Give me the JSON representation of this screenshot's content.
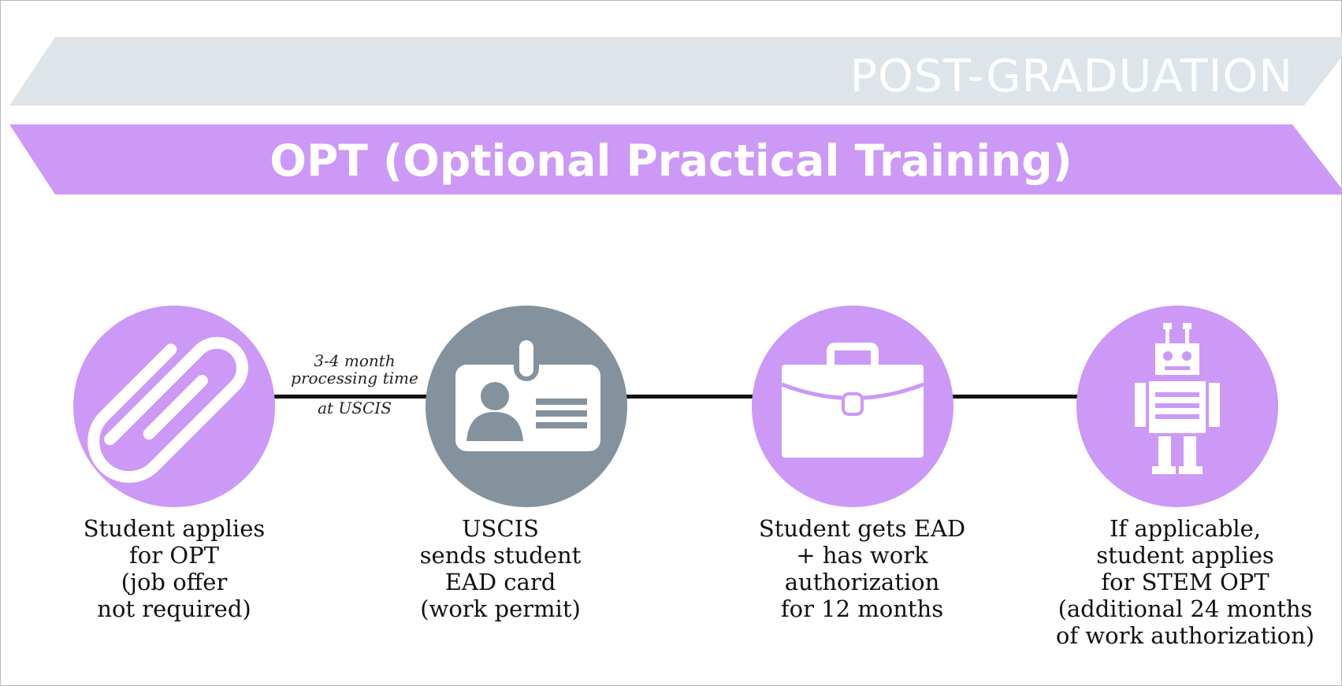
{
  "banner": {
    "phase_label": "POST-GRADUATION",
    "title": "OPT (Optional Practical Training)"
  },
  "colors": {
    "purple": "#cc99f7",
    "gray": "#84929e",
    "light_banner": "#dde4ea",
    "line": "#111111"
  },
  "processing_note": {
    "line1": "3-4 month",
    "line2": "processing time",
    "line3": "at USCIS"
  },
  "steps": [
    {
      "icon": "paperclip-icon",
      "color": "purple",
      "lines": [
        "Student applies",
        "for OPT",
        "(job offer",
        "not required)"
      ]
    },
    {
      "icon": "id-badge-icon",
      "color": "gray",
      "lines": [
        "USCIS",
        "sends student",
        "EAD card",
        "(work permit)"
      ]
    },
    {
      "icon": "briefcase-icon",
      "color": "purple",
      "lines": [
        "Student gets EAD",
        "+ has work",
        "authorization",
        "for 12 months"
      ]
    },
    {
      "icon": "robot-icon",
      "color": "purple",
      "lines": [
        "If applicable,",
        "student applies",
        "for STEM OPT",
        "(additional 24 months",
        "of work authorization)"
      ]
    }
  ]
}
